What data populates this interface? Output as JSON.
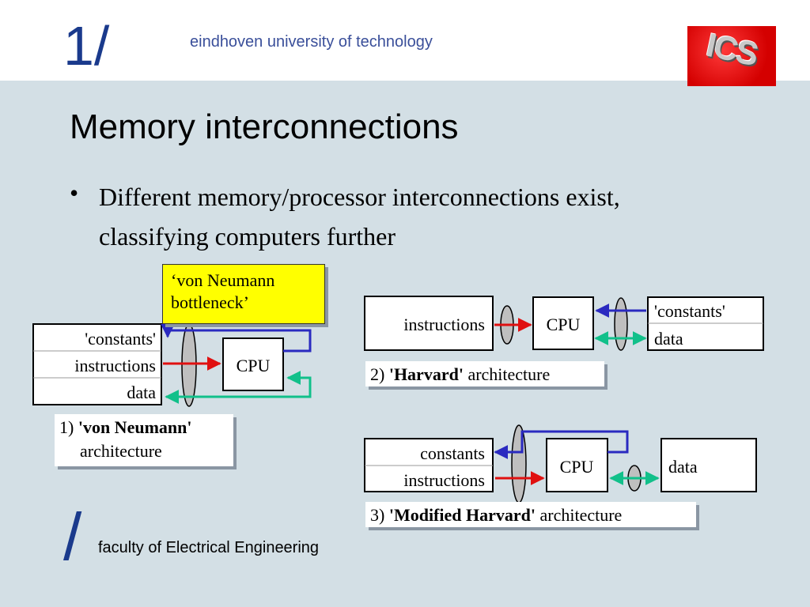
{
  "header": {
    "mark": "1/",
    "university": "eindhoven university of technology",
    "logo_text": "ICS"
  },
  "title": "Memory interconnections",
  "bullet": "Different memory/processor interconnections exist, classifying computers further",
  "callout": {
    "line1": "‘von Neumann",
    "line2": "bottleneck’"
  },
  "von_neumann": {
    "memory_rows": [
      "'constants'",
      "instructions",
      "data"
    ],
    "cpu": "CPU",
    "caption_prefix": "1) ",
    "caption_bold": "'von Neumann'",
    "caption_rest": "architecture"
  },
  "harvard": {
    "instructions": "instructions",
    "cpu": "CPU",
    "memory_rows": [
      "'constants'",
      "data"
    ],
    "caption_prefix": "2) ",
    "caption_bold": "'Harvard'",
    "caption_rest": " architecture"
  },
  "modified_harvard": {
    "memory_rows": [
      "constants",
      "instructions"
    ],
    "cpu": "CPU",
    "data": "data",
    "caption_prefix": "3) ",
    "caption_bold": "'Modified Harvard'",
    "caption_rest": " architecture"
  },
  "footer": {
    "slash": "/",
    "faculty": "faculty of Electrical Engineering"
  },
  "colors": {
    "blue_link": "#2a2ac0",
    "green_link": "#11c08a",
    "red_link": "#e01010",
    "bus": "#bfbfbf"
  }
}
